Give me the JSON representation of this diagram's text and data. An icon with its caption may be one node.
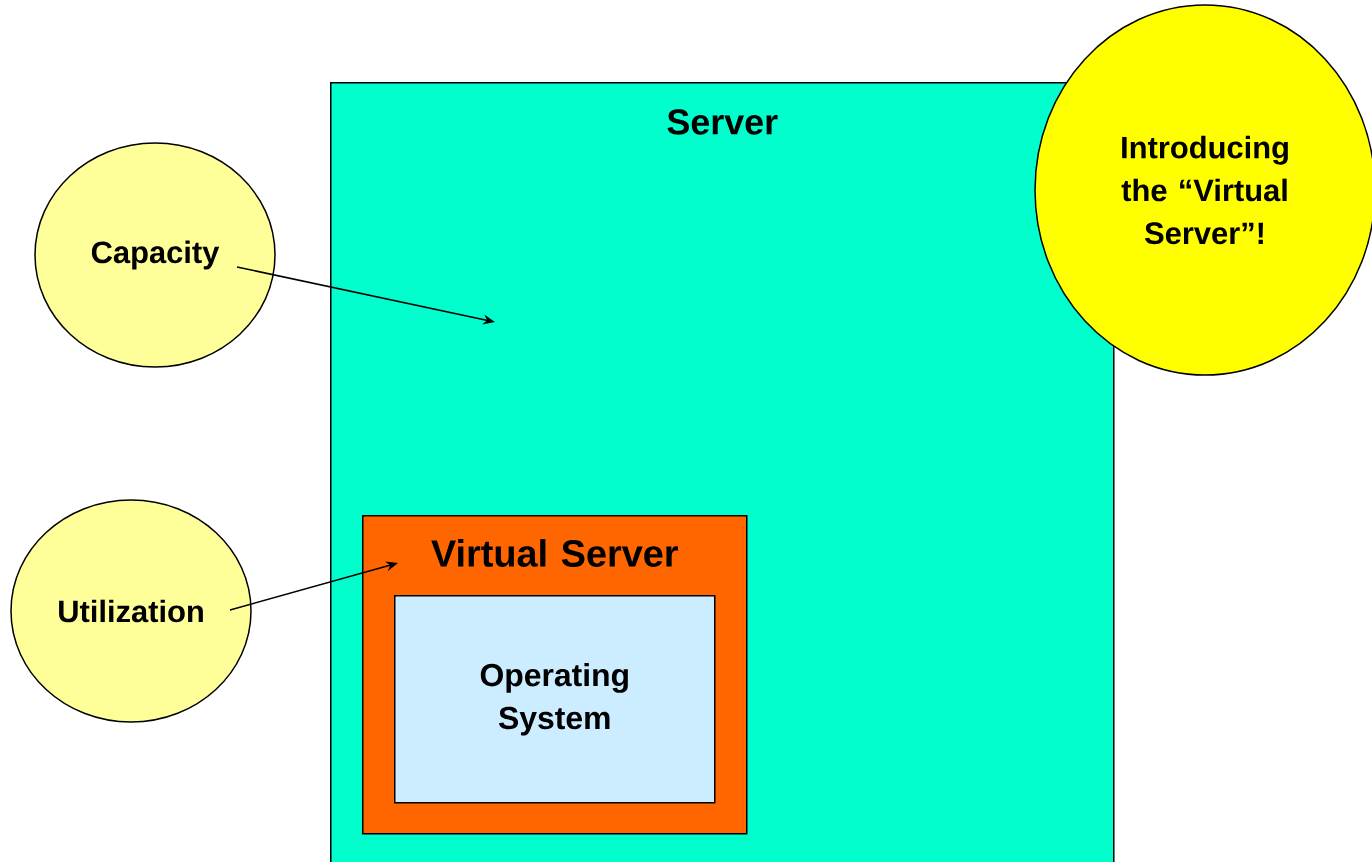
{
  "diagram": {
    "nodes": [
      {
        "text": [
          "Server"
        ]
      },
      {
        "text": [
          "Virtual Server"
        ],
        "in": 0
      },
      {
        "text": [
          "Operating System"
        ],
        "in": 1
      },
      {
        "text": [
          "Capacity"
        ]
      },
      {
        "text": [
          "Utilization"
        ]
      },
      {
        "text": [
          "Introducing the “Virtual Server”!"
        ]
      }
    ],
    "edges": [
      {
        "from": 3,
        "to": null,
        "arrow": "to"
      },
      {
        "from": 4,
        "to": 1,
        "arrow": "to"
      }
    ]
  }
}
